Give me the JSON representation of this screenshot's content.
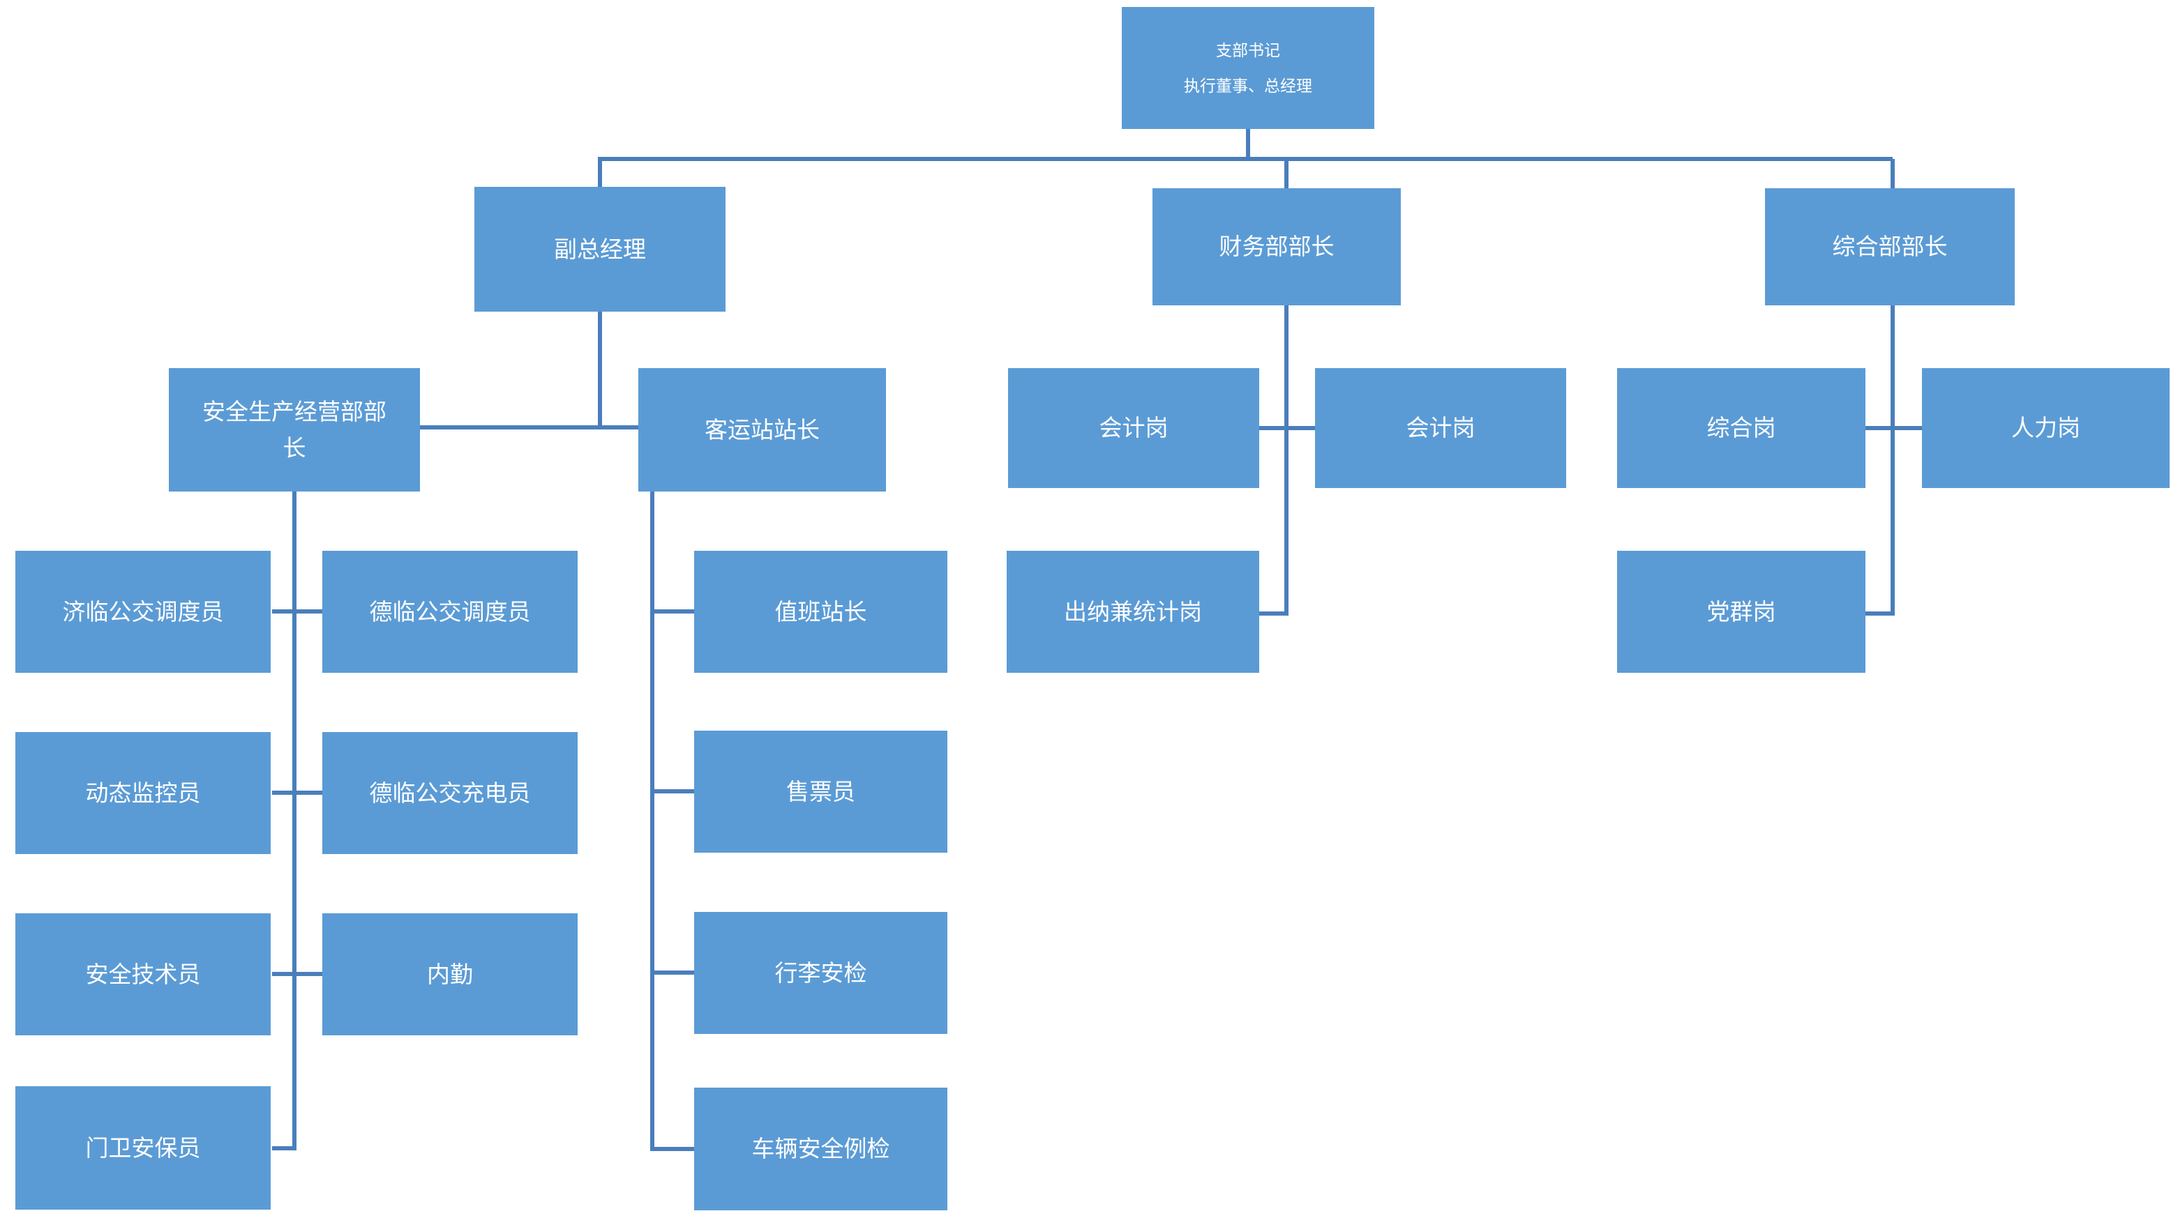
{
  "diagram": {
    "type": "org-chart",
    "colors": {
      "node_fill": "#5b9bd5",
      "connector": "#4a7ebb",
      "node_text": "#ffffff",
      "background": "#ffffff"
    },
    "nodes": {
      "root": {
        "label": "支部书记\n执行董事、总经理"
      },
      "vice_gm": {
        "label": "副总经理"
      },
      "finance_head": {
        "label": "财务部部长"
      },
      "general_head": {
        "label": "综合部部长"
      },
      "safety_head": {
        "label": "安全生产经营部部\n长"
      },
      "station_master": {
        "label": "客运站站长"
      },
      "accountant_1": {
        "label": "会计岗"
      },
      "accountant_2": {
        "label": "会计岗"
      },
      "general_post": {
        "label": "综合岗"
      },
      "hr_post": {
        "label": "人力岗"
      },
      "jilin_dispatcher": {
        "label": "济临公交调度员"
      },
      "delin_dispatcher": {
        "label": "德临公交调度员"
      },
      "duty_station_master": {
        "label": "值班站长"
      },
      "cashier_statistician": {
        "label": "出纳兼统计岗"
      },
      "party_post": {
        "label": "党群岗"
      },
      "dynamic_monitor": {
        "label": "动态监控员"
      },
      "delin_charger": {
        "label": "德临公交充电员"
      },
      "ticket_seller": {
        "label": "售票员"
      },
      "safety_technician": {
        "label": "安全技术员"
      },
      "office_clerk": {
        "label": "内勤"
      },
      "baggage_security": {
        "label": "行李安检"
      },
      "gate_guard": {
        "label": "门卫安保员"
      },
      "vehicle_inspection": {
        "label": "车辆安全例检"
      }
    }
  }
}
